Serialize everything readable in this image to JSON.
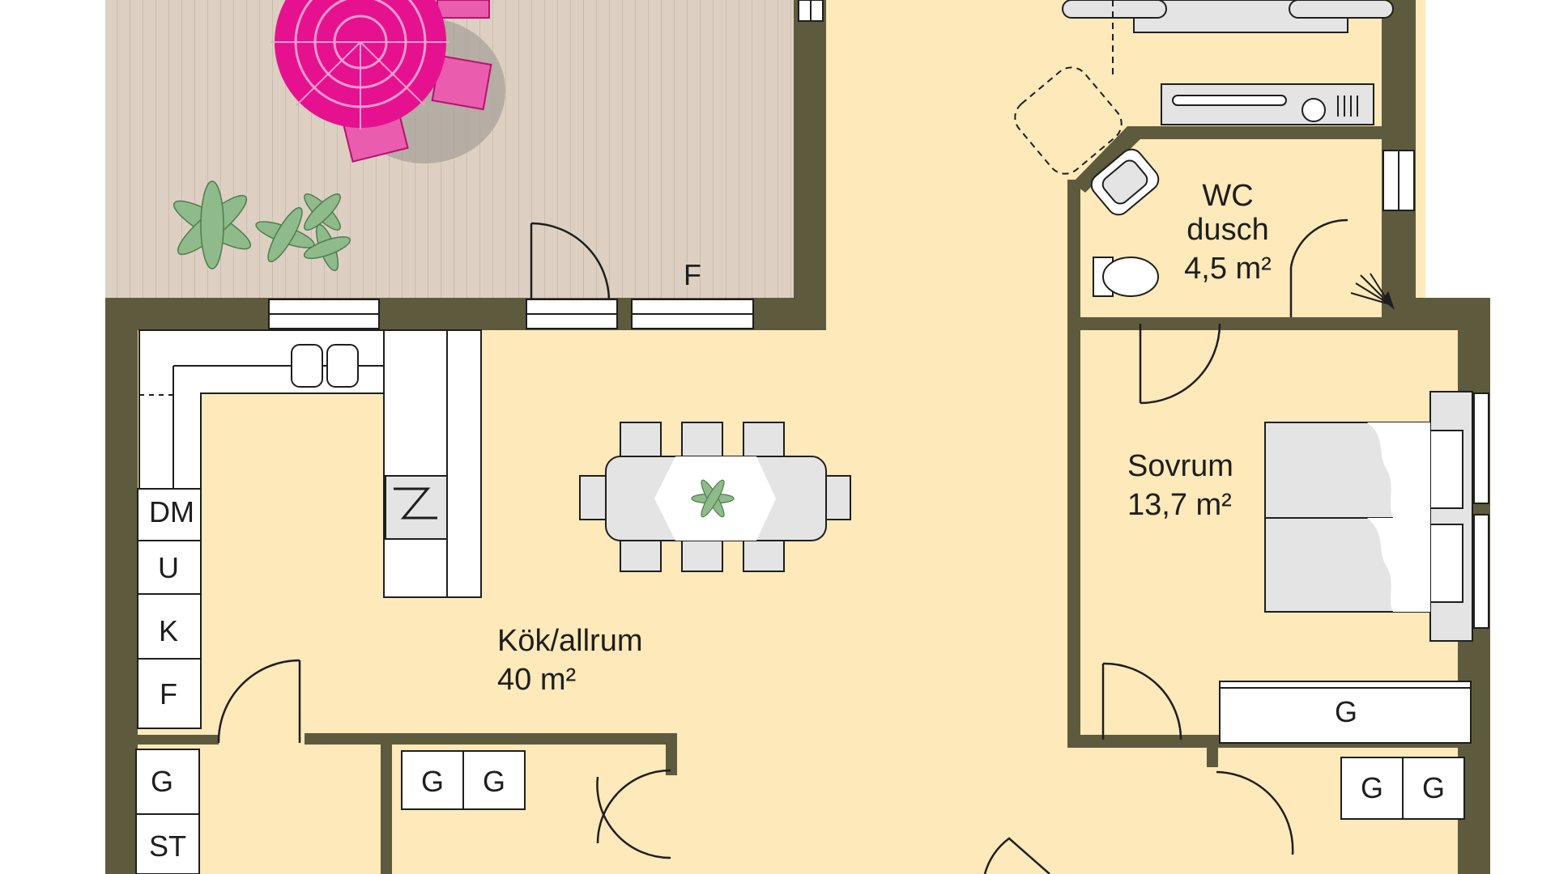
{
  "colors": {
    "floor": "#fde9b9",
    "wall": "#5e5a3d",
    "deck": "#ddd0c2",
    "deck_line": "#c4b5a6",
    "furniture": "#ffffff",
    "furniture_grey": "#e4e4e4",
    "umbrella": "#e6118f",
    "plant": "#8fba8c"
  },
  "rooms": {
    "kok": {
      "name": "Kök/allrum",
      "area": "40 m²"
    },
    "wc": {
      "name_line1": "WC",
      "name_line2": "dusch",
      "area": "4,5 m²"
    },
    "sovrum": {
      "name": "Sovrum",
      "area": "13,7 m²"
    }
  },
  "labels": {
    "deck_f": "F",
    "dm": "DM",
    "u": "U",
    "k": "K",
    "f": "F",
    "g": "G",
    "st": "ST"
  },
  "icons": [
    "umbrella-icon",
    "plant-icon",
    "bed-icon",
    "toilet-icon",
    "sink-icon",
    "washer-icon",
    "shower-icon",
    "stove-icon",
    "dining-table-icon"
  ]
}
